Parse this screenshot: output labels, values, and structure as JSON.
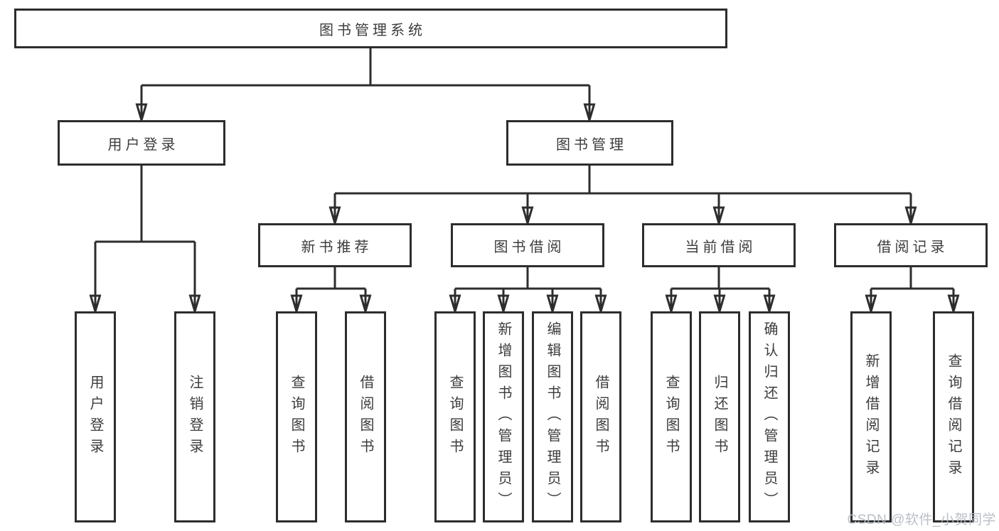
{
  "diagram": {
    "root": {
      "label": "图书管理系统"
    },
    "level2": [
      {
        "label": "用户登录"
      },
      {
        "label": "图书管理"
      }
    ],
    "level3": [
      {
        "label": "新书推荐"
      },
      {
        "label": "图书借阅"
      },
      {
        "label": "当前借阅"
      },
      {
        "label": "借阅记录"
      }
    ],
    "leaves": [
      {
        "label": "用户登录"
      },
      {
        "label": "注销登录"
      },
      {
        "label": "查询图书"
      },
      {
        "label": "借阅图书"
      },
      {
        "label": "查询图书"
      },
      {
        "label": "新增图书（管理员）"
      },
      {
        "label": "编辑图书（管理员）"
      },
      {
        "label": "借阅图书"
      },
      {
        "label": "查询图书"
      },
      {
        "label": "归还图书"
      },
      {
        "label": "确认归还（管理员）"
      },
      {
        "label": "新增借阅记录"
      },
      {
        "label": "查询借阅记录"
      }
    ]
  },
  "watermark": {
    "text": "CSDN @软件_小贺同学"
  },
  "colors": {
    "line": "#2d2d2d",
    "text": "#3c3c3c",
    "watermark": "#b4bac3",
    "background": "#ffffff"
  }
}
